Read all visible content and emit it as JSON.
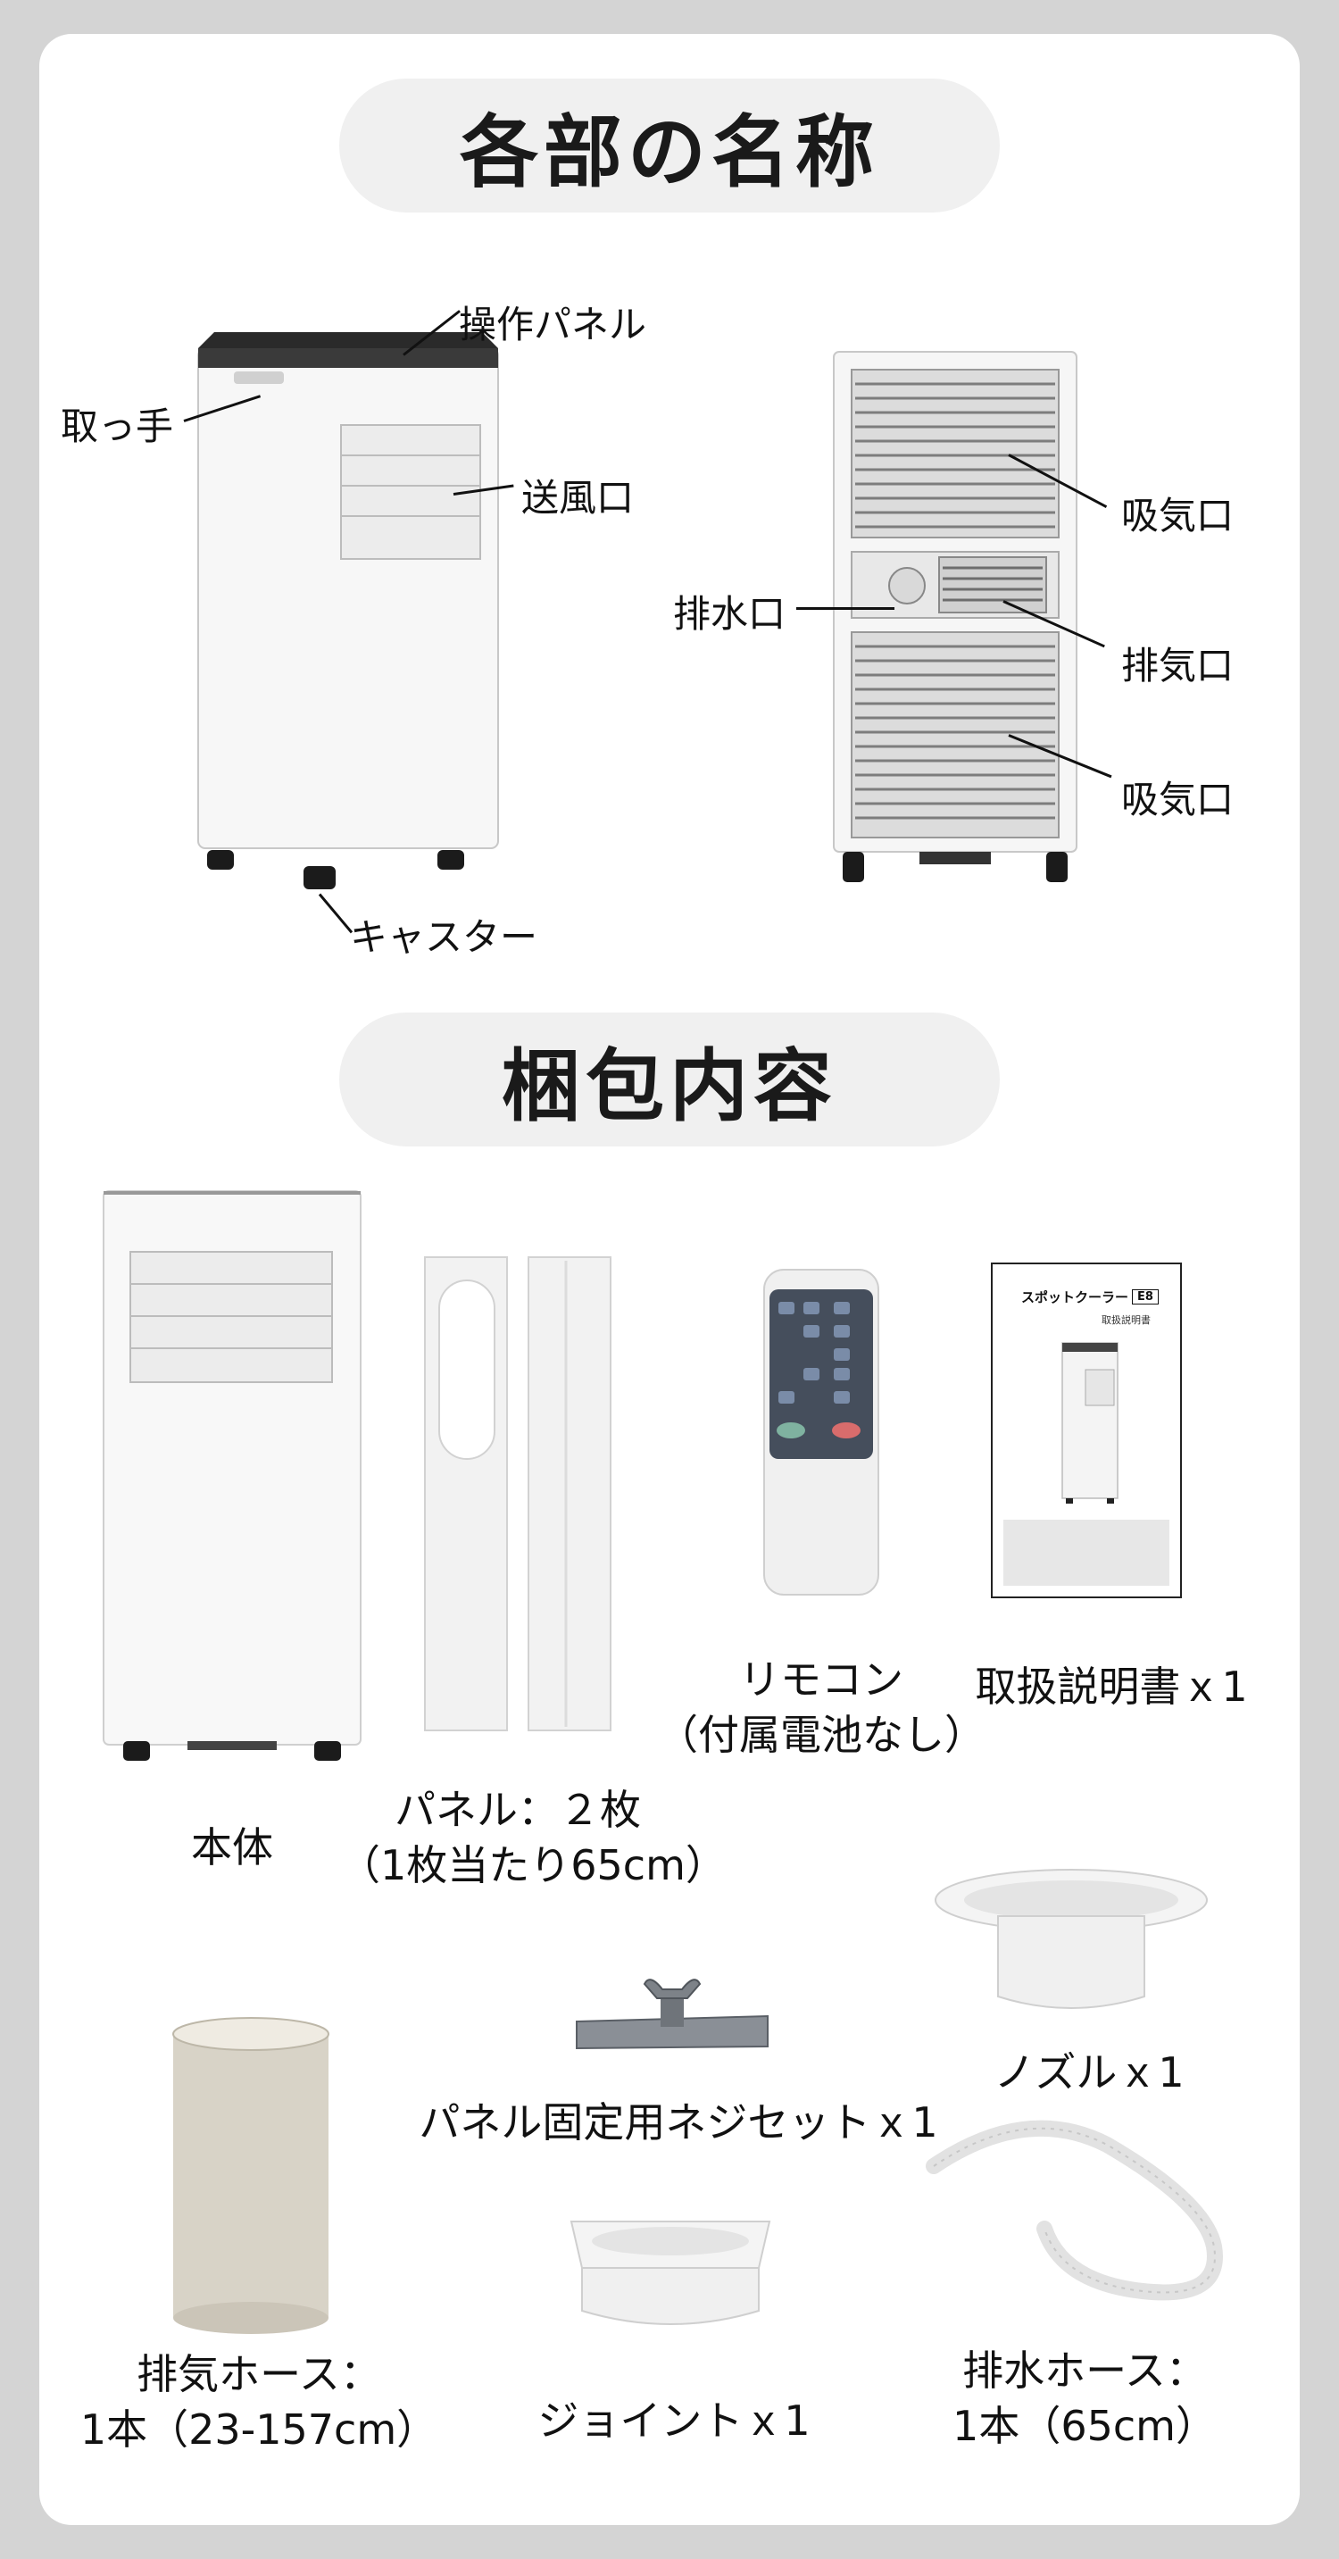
{
  "sections": {
    "parts_title": "各部の名称",
    "contents_title": "梱包内容"
  },
  "parts": {
    "control_panel": "操作パネル",
    "handle": "取っ手",
    "air_outlet": "送風口",
    "casters": "キャスター",
    "intake_upper": "吸気口",
    "drain_port": "排水口",
    "exhaust_port": "排気口",
    "intake_lower": "吸気口"
  },
  "contents": {
    "body": "本体",
    "panel_line1": "パネル：２枚",
    "panel_line2": "（1枚当たり65cm）",
    "remote_line1": "リモコン",
    "remote_line2": "（付属電池なし）",
    "manual": "取扱説明書ｘ1",
    "manual_cover_title": "スポットクーラー",
    "manual_cover_model": "E8",
    "manual_cover_sub": "取扱説明書",
    "nozzle": "ノズルｘ1",
    "screw_set": "パネル固定用ネジセットｘ1",
    "exhaust_hose_line1": "排気ホース：",
    "exhaust_hose_line2": "1本（23-157cm）",
    "joint": "ジョイントｘ1",
    "drain_hose_line1": "排水ホース：",
    "drain_hose_line2": "1本（65cm）"
  }
}
